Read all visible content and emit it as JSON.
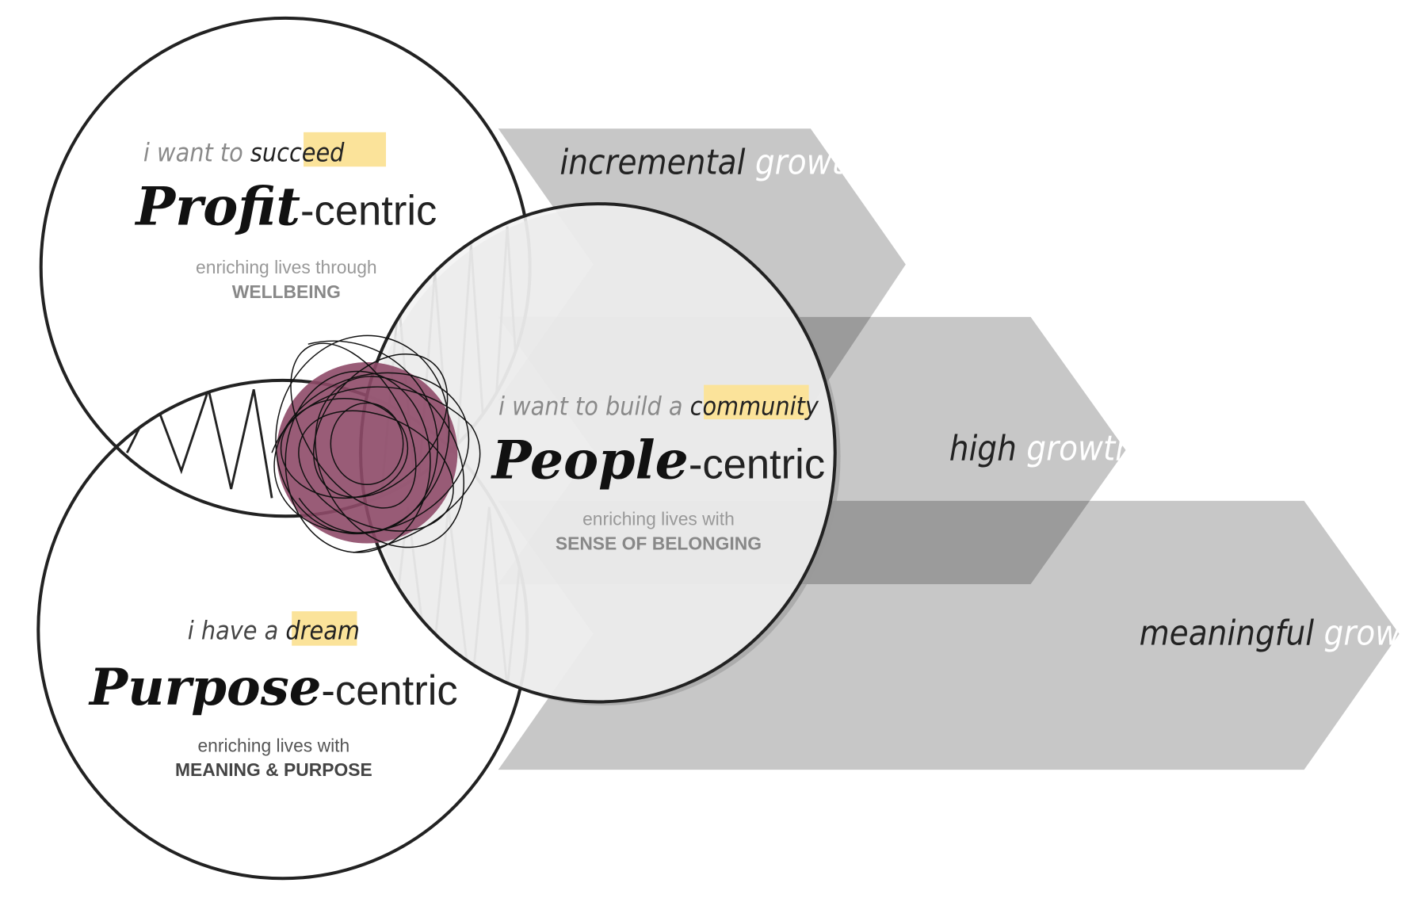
{
  "colors": {
    "chevron": "#c8c8c8",
    "highlight": "#fbe39a",
    "core": "#8e4a68",
    "outline": "#222222",
    "muted_text": "#8a8a8a"
  },
  "chevrons": [
    {
      "label_dark": "incremental",
      "label_light": "growth"
    },
    {
      "label_dark": "high",
      "label_light": "growth"
    },
    {
      "label_dark": "meaningful",
      "label_light": "growth"
    }
  ],
  "circles": {
    "profit": {
      "intro": "i want to",
      "intro_highlight": "succeed",
      "title_bold": "Profit",
      "title_rest": "-centric",
      "line1": "enriching lives through",
      "line2": "WELLBEING"
    },
    "people": {
      "intro": "i want to build a",
      "intro_highlight": "community",
      "title_bold": "People",
      "title_rest": "-centric",
      "line1": "enriching lives with",
      "line2": "SENSE OF BELONGING"
    },
    "purpose": {
      "intro": "i have a",
      "intro_highlight": "dream",
      "title_bold": "Purpose",
      "title_rest": "-centric",
      "line1": "enriching lives with",
      "line2": "MEANING & PURPOSE"
    }
  }
}
